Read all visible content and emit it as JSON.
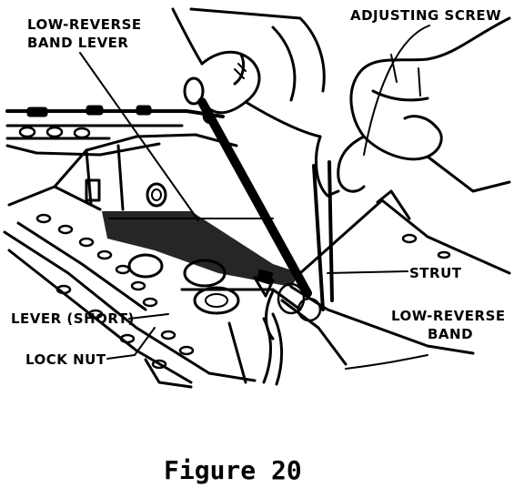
{
  "callouts": {
    "low_reverse_band_lever_1": "LOW-REVERSE",
    "low_reverse_band_lever_2": "BAND LEVER",
    "adjusting_screw": "ADJUSTING SCREW",
    "strut": "STRUT",
    "low_reverse_band_1": "LOW-REVERSE",
    "low_reverse_band_2": "BAND",
    "lever_short": "LEVER (SHORT)",
    "lock_nut": "LOCK NUT"
  },
  "caption": "Figure 20",
  "colors": {
    "ink": "#000000",
    "paper": "#ffffff"
  }
}
